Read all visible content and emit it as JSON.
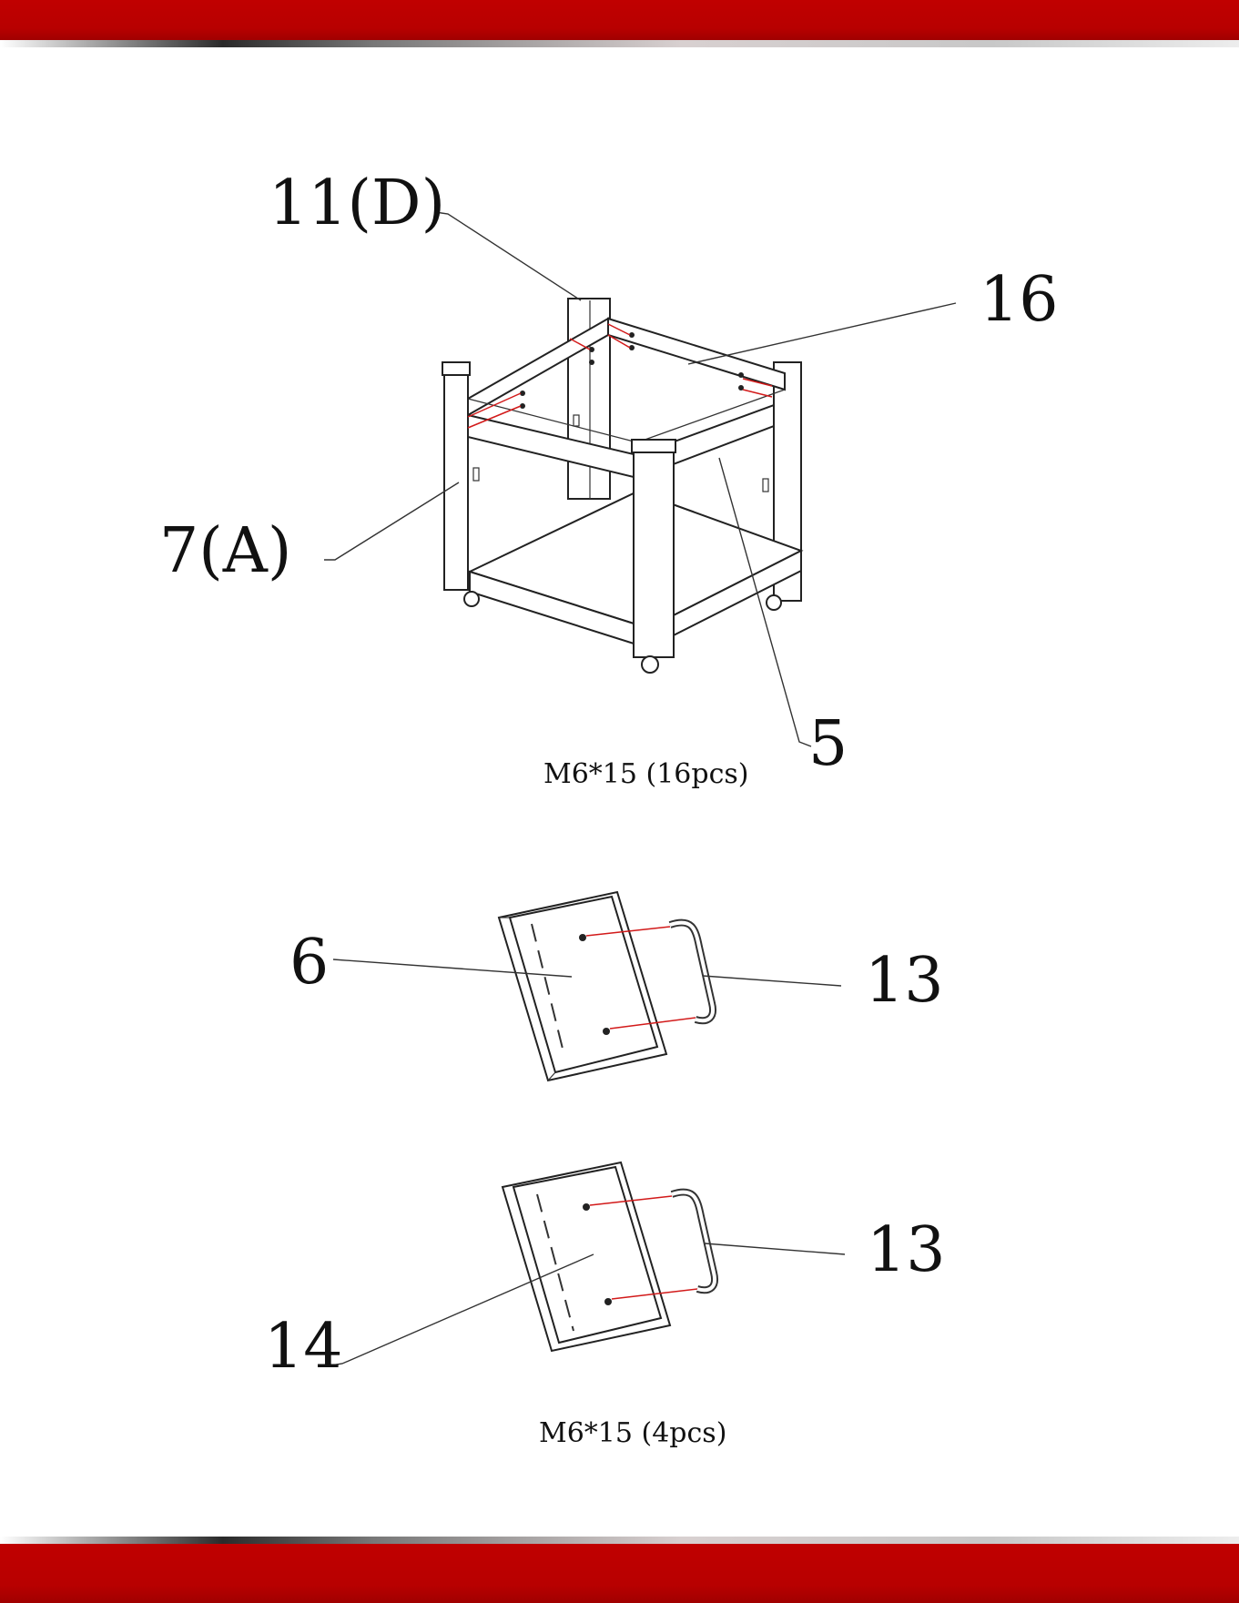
{
  "colors": {
    "header_red": "#c00000",
    "bolt_line_red": "#d21a1a"
  },
  "section1": {
    "callouts": {
      "top_left": "11(D)",
      "top_right": "16",
      "left": "7(A)",
      "bottom": "5"
    },
    "caption": "M6*15 (16pcs)"
  },
  "section2": {
    "callouts": {
      "left": "6",
      "right": "13"
    }
  },
  "section3": {
    "callouts": {
      "left": "14",
      "right": "13"
    },
    "caption": "M6*15 (4pcs)"
  }
}
